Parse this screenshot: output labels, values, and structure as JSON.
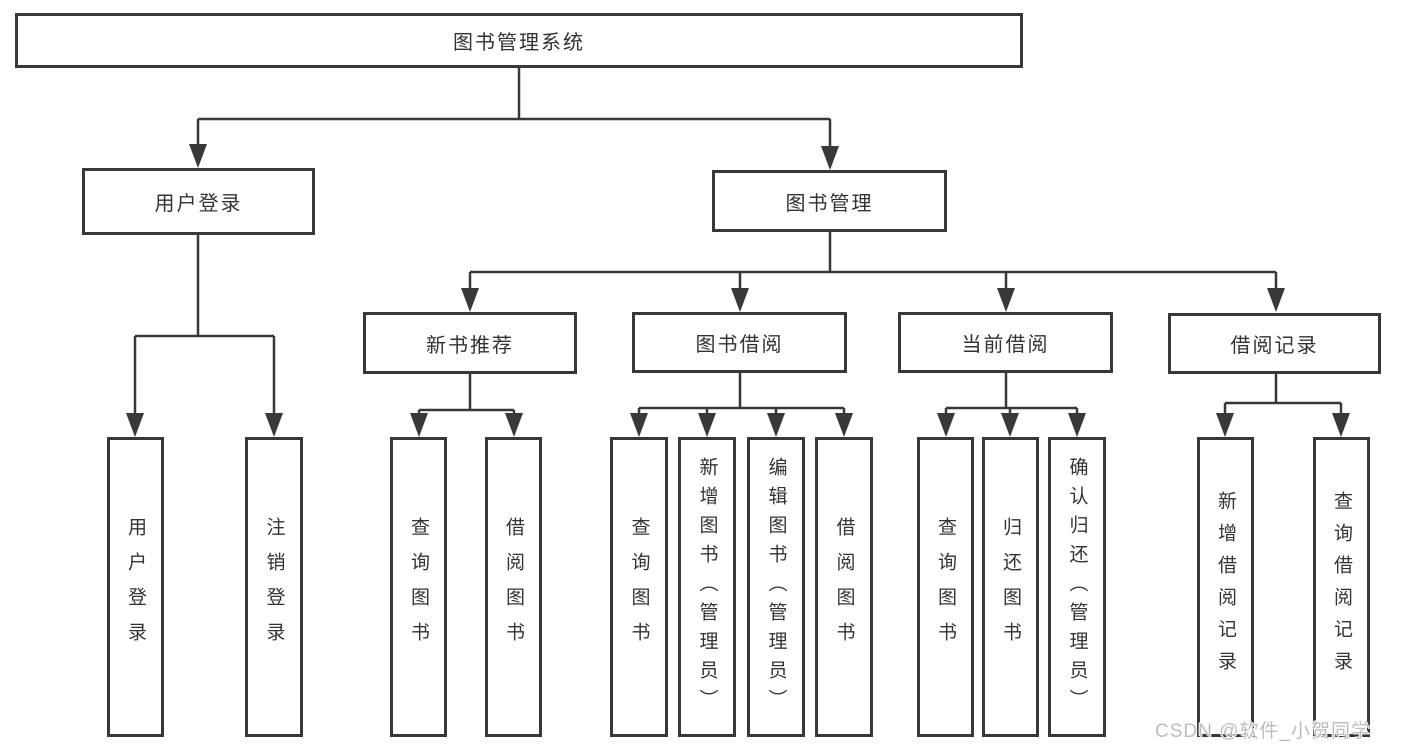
{
  "diagram": {
    "root": {
      "label": "图书管理系统"
    },
    "level2": [
      {
        "label": "用户登录"
      },
      {
        "label": "图书管理"
      }
    ],
    "level3": [
      {
        "label": "新书推荐"
      },
      {
        "label": "图书借阅"
      },
      {
        "label": "当前借阅"
      },
      {
        "label": "借阅记录"
      }
    ],
    "leaves": [
      {
        "label": "用户登录"
      },
      {
        "label": "注销登录"
      },
      {
        "label": "查询图书"
      },
      {
        "label": "借阅图书"
      },
      {
        "label": "查询图书"
      },
      {
        "label": "新增图书（管理员）"
      },
      {
        "label": "编辑图书（管理员）"
      },
      {
        "label": "借阅图书"
      },
      {
        "label": "查询图书"
      },
      {
        "label": "归还图书"
      },
      {
        "label": "确认归还（管理员）"
      },
      {
        "label": "新增借阅记录"
      },
      {
        "label": "查询借阅记录"
      }
    ]
  },
  "watermark": {
    "text": "CSDN @软件_小贺同学"
  },
  "colors": {
    "line": "#383838",
    "text": "#333333",
    "watermark": "#bdbdbd",
    "background": "#ffffff"
  }
}
